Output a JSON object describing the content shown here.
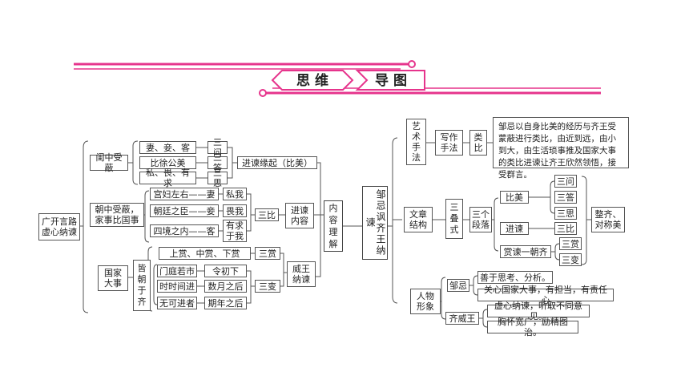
{
  "title": {
    "part1": "思 维",
    "part2": "导 图"
  },
  "colors": {
    "accent": "#e6348c",
    "line": "#555555"
  },
  "left": {
    "root": "广开言路\n虚心纳谏",
    "center": "内\n容\n理\n解",
    "groups": [
      {
        "label": "闺中受蔽",
        "items": [
          "妻、妾、客",
          "比徐公美",
          "私、畏、有求"
        ],
        "answers": [
          "三问",
          "三答",
          "三思"
        ],
        "result": "进谏缘起（比美）"
      },
      {
        "label": "朝中受蔽，\n家事比国事",
        "items": [
          "宫妇左右——妻",
          "朝廷之臣——妾",
          "四境之内——客"
        ],
        "answers": [
          "私我",
          "畏我",
          "有求\n于我"
        ],
        "mid": "三比",
        "result": "进谏\n内容"
      },
      {
        "label": "国家\n大事",
        "vert": "皆\n朝\n于\n齐",
        "top": "上赏、中赏、下赏",
        "top_ans": "三赏",
        "items": [
          "门庭若市",
          "时时间进",
          "无可进者"
        ],
        "answers": [
          "令初下",
          "数月之后",
          "期年之后"
        ],
        "mid": "三变",
        "result": "威王\n纳谏"
      }
    ]
  },
  "right": {
    "main": "邹忌讽齐王纳谏",
    "art": {
      "label": "艺\n术\n手\n法",
      "sub": "写作\n手法",
      "type": "类\n比",
      "desc": "邹忌以自身比美的经历与齐王受蒙蔽进行类比，由近到远，由小到大，由生活琐事推及国家大事的类比进谏让齐王欣然领悟，接受群言。"
    },
    "structure": {
      "label": "文章\n结构",
      "sub": "三\n叠\n式",
      "para": "三个\n段落",
      "items": [
        {
          "label": "比美",
          "subs": [
            "三问",
            "三答",
            "三思"
          ]
        },
        {
          "label": "进谏",
          "subs": [
            "三比"
          ]
        },
        {
          "label": "赏谏一朝齐",
          "subs": [
            "三赏",
            "三变"
          ]
        }
      ],
      "result": "整齐、\n对称美"
    },
    "characters": {
      "label": "人物\n形象",
      "people": [
        {
          "name": "邹忌",
          "traits": [
            "善于思考、分析。",
            "关心国家大事，有担当，有责任心"
          ]
        },
        {
          "name": "齐威王",
          "traits": [
            "虚心纳谏，听取不同意见。",
            "胸怀宽广，励精图治。"
          ]
        }
      ]
    }
  }
}
